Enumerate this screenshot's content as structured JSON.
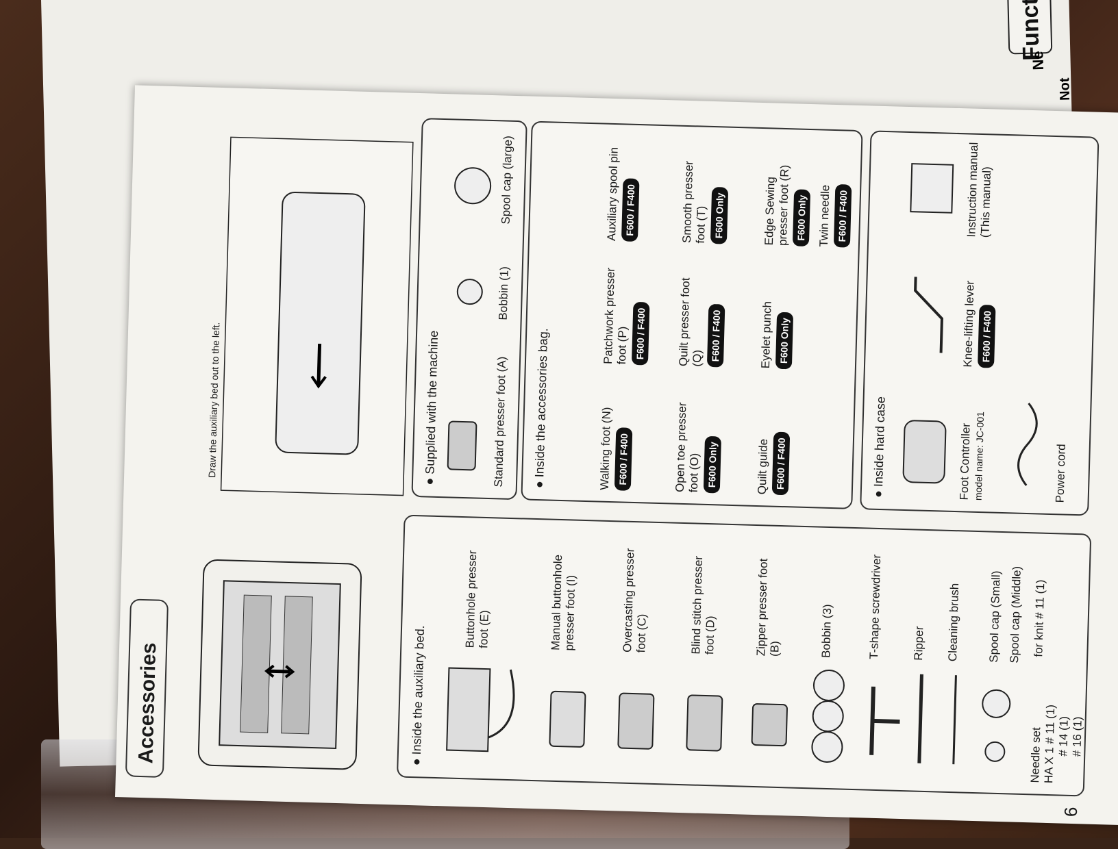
{
  "page_number": "6",
  "title": "Accessories",
  "auxiliary_bed": {
    "heading": "Inside the auxiliary bed.",
    "items": [
      {
        "label": "Buttonhole presser foot (E)"
      },
      {
        "label": "Manual buttonhole presser foot (I)"
      },
      {
        "label": "Overcasting presser foot (C)"
      },
      {
        "label": "Blind stitch presser foot (D)"
      },
      {
        "label": "Zipper presser foot (B)"
      },
      {
        "label": "Bobbin (3)"
      },
      {
        "label": "T-shape screwdriver"
      },
      {
        "label": "Ripper"
      },
      {
        "label": "Cleaning brush"
      },
      {
        "label": "Spool cap (Small)"
      },
      {
        "label": "Spool cap (Middle)"
      }
    ],
    "needle_set": {
      "line1": "Needle set",
      "line2": "HA X 1 # 11 (1)",
      "line3": "# 14 (1)",
      "line4": "# 16 (1)",
      "line5": "for knit # 11 (1)"
    }
  },
  "draw_bed_caption": "Draw the auxiliary bed out to the left.",
  "supplied": {
    "heading": "Supplied with the machine",
    "items": [
      {
        "label": "Standard presser foot (A)"
      },
      {
        "label": "Bobbin (1)"
      },
      {
        "label": "Spool cap (large)"
      }
    ]
  },
  "bag": {
    "heading": "Inside the accessories bag.",
    "items": [
      {
        "label": "Walking foot (N)",
        "tag": "F600 / F400"
      },
      {
        "label": "Patchwork presser foot (P)",
        "tag": "F600 / F400"
      },
      {
        "label": "Auxiliary spool pin",
        "tag": "F600 / F400"
      },
      {
        "label": "Smooth presser foot (T)",
        "tag": "F600 Only"
      },
      {
        "label": "Open toe presser foot (O)",
        "tag": "F600 Only"
      },
      {
        "label": "Quilt presser foot (Q)",
        "tag": "F600 / F400"
      },
      {
        "label": "Edge Sewing presser foot (R)",
        "tag": "F600 Only"
      },
      {
        "label": "Quilt guide",
        "tag": "F600 / F400"
      },
      {
        "label": "Eyelet punch",
        "tag": "F600 Only"
      },
      {
        "label": "Twin needle",
        "tag": "F600 / F400"
      }
    ]
  },
  "hard_case": {
    "heading": "Inside hard case",
    "items": [
      {
        "label": "Foot Controller",
        "sub": "model name: JC-001"
      },
      {
        "label": "Knee-lifting lever",
        "tag": "F600 / F400"
      },
      {
        "label": "Instruction manual (This manual)"
      },
      {
        "label": "Power cord"
      }
    ]
  },
  "next_page": {
    "title": "Functi",
    "sub": "Ne",
    "note": "Not"
  }
}
